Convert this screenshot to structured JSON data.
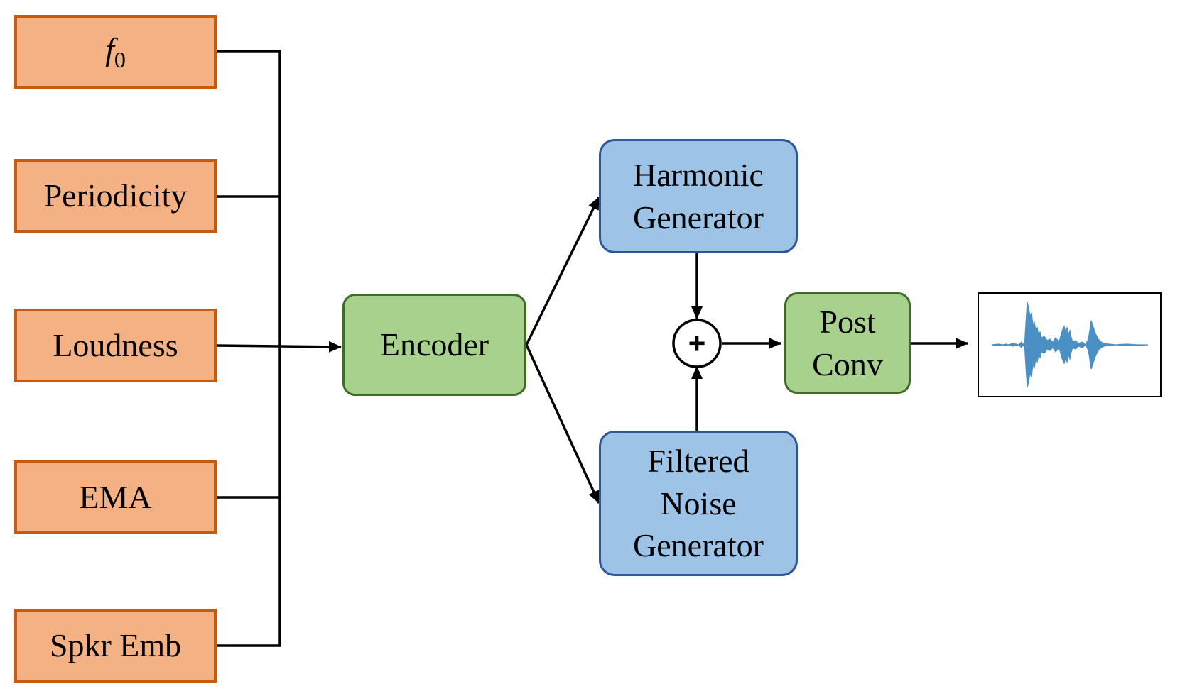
{
  "inputs": {
    "f0_symbol": "f",
    "f0_subscript": "0",
    "periodicity": "Periodicity",
    "loudness": "Loudness",
    "ema": "EMA",
    "spkr_emb": "Spkr Emb"
  },
  "encoder": {
    "label": "Encoder"
  },
  "harmonic_generator": {
    "line1": "Harmonic",
    "line2": "Generator"
  },
  "filtered_noise_generator": {
    "line1": "Filtered",
    "line2": "Noise",
    "line3": "Generator"
  },
  "post_conv": {
    "line1": "Post",
    "line2": "Conv"
  },
  "sum_node": {
    "symbol": "+"
  },
  "colors": {
    "input_fill": "#f4b183",
    "input_border": "#c55a11",
    "green_fill": "#a9d18e",
    "green_border": "#3f6b27",
    "blue_fill": "#9dc3e6",
    "blue_border": "#2f5597",
    "waveform": "#4a90c4"
  },
  "output_icon": "audio-waveform-icon"
}
